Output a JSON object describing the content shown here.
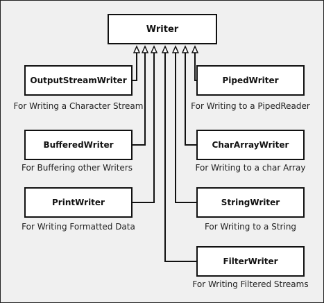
{
  "root": {
    "label": "Writer"
  },
  "nodes": [
    {
      "id": "output-stream-writer",
      "label": "OutputStreamWriter",
      "caption": "For Writing a Character Stream"
    },
    {
      "id": "buffered-writer",
      "label": "BufferedWriter",
      "caption": "For Buffering other Writers"
    },
    {
      "id": "print-writer",
      "label": "PrintWriter",
      "caption": "For Writing Formatted Data"
    },
    {
      "id": "filter-writer",
      "label": "FilterWriter",
      "caption": "For Writing Filtered Streams"
    },
    {
      "id": "string-writer",
      "label": "StringWriter",
      "caption": "For Writing to a String"
    },
    {
      "id": "char-array-writer",
      "label": "CharArrayWriter",
      "caption": "For Writing to a char Array"
    },
    {
      "id": "piped-writer",
      "label": "PipedWriter",
      "caption": "For Writing to a PipedReader"
    }
  ],
  "colors": {
    "background": "#f0f0f0",
    "box_fill": "#ffffff",
    "line": "#111111"
  }
}
